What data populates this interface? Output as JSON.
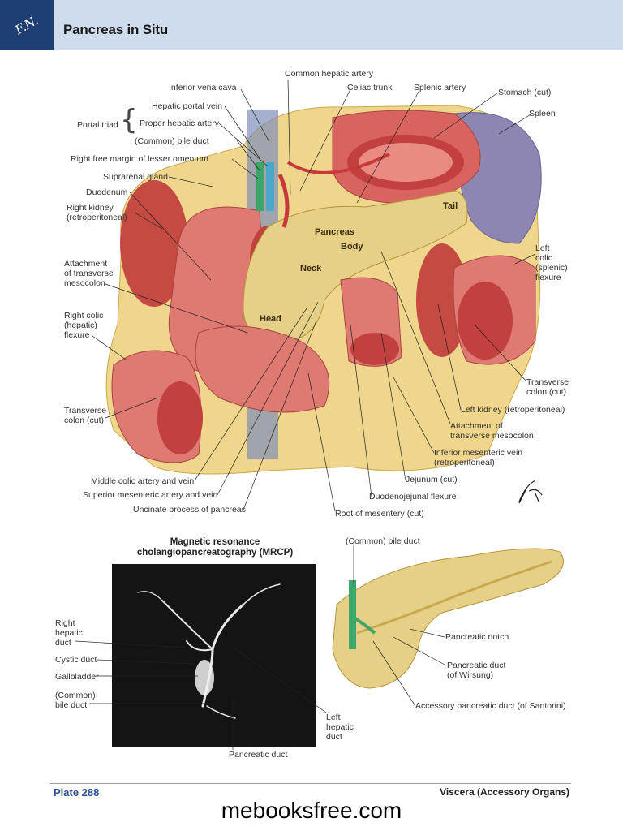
{
  "header": {
    "title": "Pancreas in Situ"
  },
  "illustration_labels": {
    "common_hepatic_artery": "Common hepatic artery",
    "inferior_vena_cava": "Inferior vena cava",
    "celiac_trunk": "Celiac trunk",
    "splenic_artery": "Splenic artery",
    "stomach_cut": "Stomach (cut)",
    "spleen": "Spleen",
    "portal_triad": "Portal triad",
    "hepatic_portal_vein": "Hepatic portal vein",
    "proper_hepatic_artery": "Proper hepatic artery",
    "common_bile_duct": "(Common) bile duct",
    "right_free_margin": "Right free margin of lesser omentum",
    "suprarenal_gland": "Suprarenal gland",
    "duodenum": "Duodenum",
    "right_kidney": "Right kidney\n(retroperitoneal)",
    "attachment_transverse_mesocolon_left": "Attachment\nof transverse\nmesocolon",
    "right_colic_flexure": "Right colic\n(hepatic)\nflexure",
    "transverse_colon_left": "Transverse\ncolon (cut)",
    "middle_colic": "Middle colic artery and vein",
    "superior_mesenteric": "Superior mesenteric artery and vein",
    "uncinate_process": "Uncinate process of pancreas",
    "root_of_mesentery": "Root of mesentery (cut)",
    "duodenojejunal_flexure": "Duodenojejunal flexure",
    "jejunum": "Jejunum (cut)",
    "inferior_mesenteric_vein": "Inferior mesenteric vein\n(retroperitoneal)",
    "attachment_transverse_mesocolon_right": "Attachment of\ntransverse mesocolon",
    "left_kidney": "Left kidney (retroperitoneal)",
    "transverse_colon_right": "Transverse\ncolon (cut)",
    "left_colic_flexure": "Left\ncolic\n(splenic)\nflexure"
  },
  "organ_labels": {
    "tail": "Tail",
    "pancreas": "Pancreas",
    "body": "Body",
    "neck": "Neck",
    "head": "Head"
  },
  "mrcp": {
    "title": "Magnetic resonance\ncholangiopancreatography (MRCP)",
    "right_hepatic_duct": "Right\nhepatic\nduct",
    "cystic_duct": "Cystic duct",
    "gallbladder": "Gallbladder",
    "common_bile_duct": "(Common)\nbile duct",
    "pancreatic_duct": "Pancreatic duct",
    "left_hepatic_duct": "Left\nhepatic\nduct"
  },
  "detail": {
    "common_bile_duct": "(Common) bile duct",
    "pancreatic_notch": "Pancreatic notch",
    "pancreatic_duct_wirsung": "Pancreatic duct\n(of Wirsung)",
    "accessory_duct": "Accessory pancreatic duct (of Santorini)"
  },
  "footer": {
    "plate": "Plate 288",
    "section": "Viscera (Accessory Organs)"
  },
  "watermark": "mebooksfree.com",
  "colors": {
    "header_bg": "#cfdcee",
    "logo_bg": "#1f3f74",
    "plate_blue": "#2a4d8f",
    "pancreas": "#e6cf86",
    "bowel": "#d9645f",
    "spleen": "#8d86b2"
  }
}
